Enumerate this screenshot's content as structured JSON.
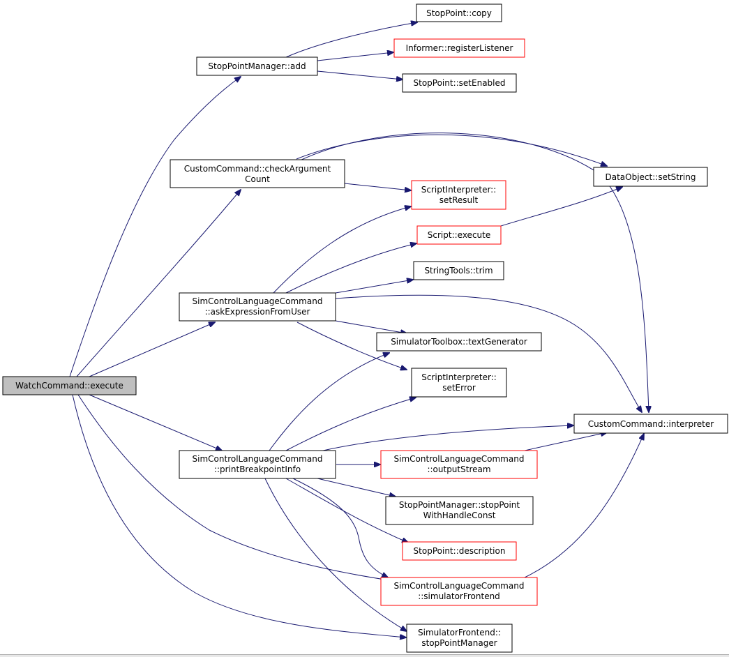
{
  "colors": {
    "edge": "#191970",
    "normal_border": "#000000",
    "truncated_border": "#ff0000",
    "root_fill": "#bfbfbf"
  },
  "nodes": {
    "watch_execute": {
      "lines": [
        "WatchCommand::execute"
      ]
    },
    "spm_add": {
      "lines": [
        "StopPointManager::add"
      ]
    },
    "sp_copy": {
      "lines": [
        "StopPoint::copy"
      ]
    },
    "informer_register": {
      "lines": [
        "Informer::registerListener"
      ]
    },
    "sp_setenabled": {
      "lines": [
        "StopPoint::setEnabled"
      ]
    },
    "cc_checkarg": {
      "lines": [
        "CustomCommand::checkArgument",
        "Count"
      ]
    },
    "do_setstring": {
      "lines": [
        "DataObject::setString"
      ]
    },
    "si_setresult": {
      "lines": [
        "ScriptInterpreter::",
        "setResult"
      ]
    },
    "script_execute": {
      "lines": [
        "Script::execute"
      ]
    },
    "strtools_trim": {
      "lines": [
        "StringTools::trim"
      ]
    },
    "sclc_askexpr": {
      "lines": [
        "SimControlLanguageCommand",
        "::askExpressionFromUser"
      ]
    },
    "stb_textgen": {
      "lines": [
        "SimulatorToolbox::textGenerator"
      ]
    },
    "si_seterror": {
      "lines": [
        "ScriptInterpreter::",
        "setError"
      ]
    },
    "cc_interpreter": {
      "lines": [
        "CustomCommand::interpreter"
      ]
    },
    "sclc_printbp": {
      "lines": [
        "SimControlLanguageCommand",
        "::printBreakpointInfo"
      ]
    },
    "sclc_outstream": {
      "lines": [
        "SimControlLanguageCommand",
        "::outputStream"
      ]
    },
    "spm_stoppoint": {
      "lines": [
        "StopPointManager::stopPoint",
        "WithHandleConst"
      ]
    },
    "sp_description": {
      "lines": [
        "StopPoint::description"
      ]
    },
    "sclc_simfrontend": {
      "lines": [
        "SimControlLanguageCommand",
        "::simulatorFrontend"
      ]
    },
    "sf_spmanager": {
      "lines": [
        "SimulatorFrontend::",
        "stopPointManager"
      ]
    }
  }
}
